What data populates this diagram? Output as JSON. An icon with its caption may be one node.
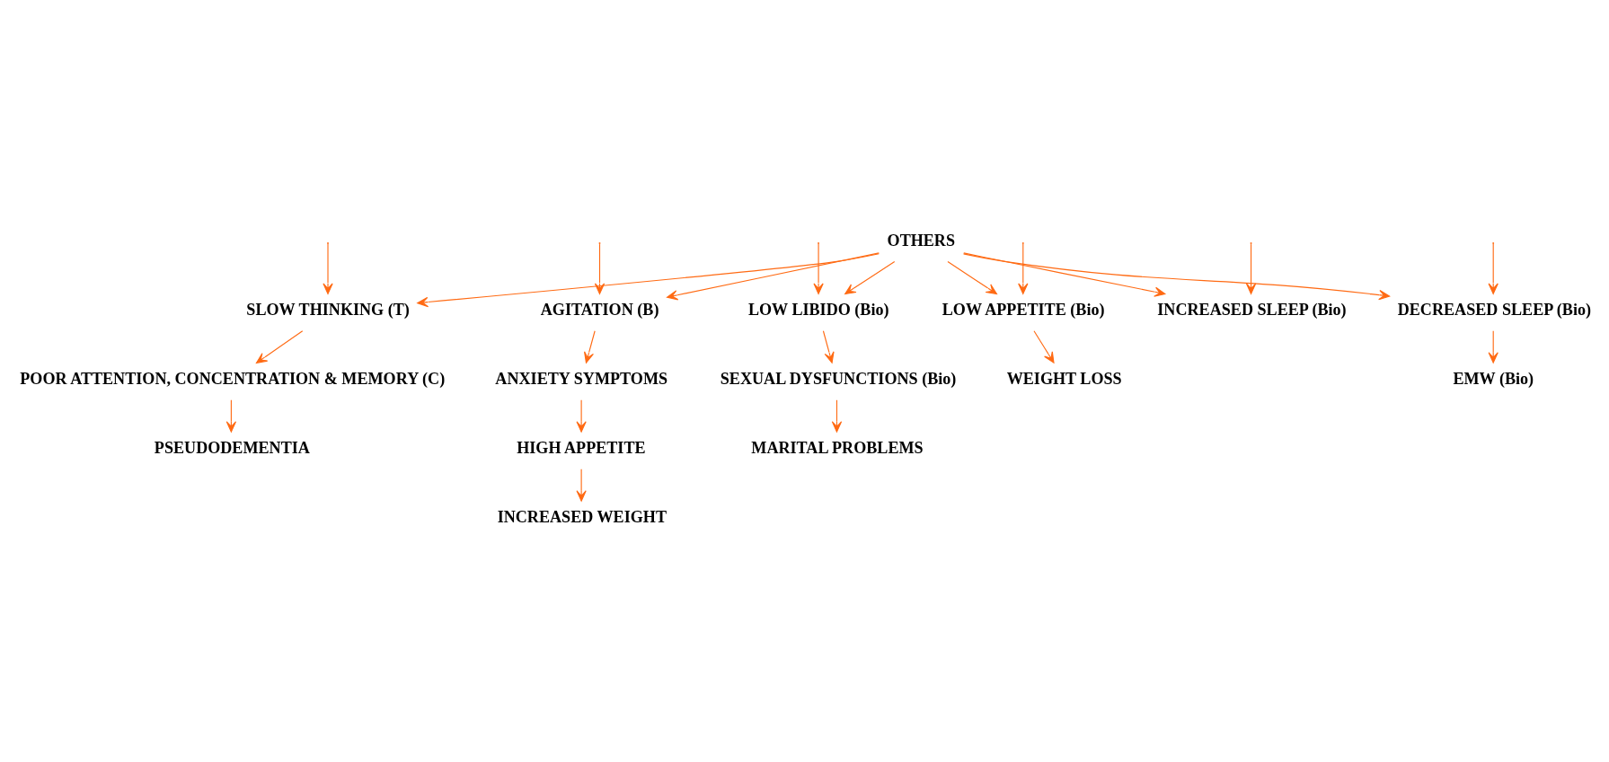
{
  "diagram": {
    "nodes": [
      {
        "text": [
          "OTHERS"
        ]
      },
      {
        "text": [
          "SLOW THINKING (T)"
        ]
      },
      {
        "text": [
          "POOR ATTENTION, CONCENTRATION & MEMORY (C)"
        ]
      },
      {
        "text": [
          "PSEUDODEMENTIA"
        ]
      },
      {
        "text": [
          "AGITATION (B)"
        ]
      },
      {
        "text": [
          "ANXIETY SYMPTOMS"
        ]
      },
      {
        "text": [
          "HIGH APPETITE"
        ]
      },
      {
        "text": [
          "INCREASED WEIGHT"
        ]
      },
      {
        "text": [
          "LOW LIBIDO (Bio)"
        ]
      },
      {
        "text": [
          "SEXUAL DYSFUNCTIONS (Bio)"
        ]
      },
      {
        "text": [
          "MARITAL PROBLEMS"
        ]
      },
      {
        "text": [
          "LOW APPETITE (Bio)"
        ]
      },
      {
        "text": [
          "WEIGHT LOSS"
        ]
      },
      {
        "text": [
          "INCREASED SLEEP (Bio)"
        ]
      },
      {
        "text": [
          "DECREASED SLEEP (Bio)"
        ]
      },
      {
        "text": [
          "EMW (Bio)"
        ]
      }
    ],
    "edges": [
      {
        "from": null,
        "to": 1,
        "arrow": "to"
      },
      {
        "from": null,
        "to": 4,
        "arrow": "to"
      },
      {
        "from": null,
        "to": 8,
        "arrow": "to"
      },
      {
        "from": null,
        "to": 11,
        "arrow": "to"
      },
      {
        "from": null,
        "to": 13,
        "arrow": "to"
      },
      {
        "from": null,
        "to": 14,
        "arrow": "to"
      },
      {
        "from": 0,
        "to": 1,
        "arrow": "to"
      },
      {
        "from": 0,
        "to": 4,
        "arrow": "to"
      },
      {
        "from": 0,
        "to": 8,
        "arrow": "to"
      },
      {
        "from": 0,
        "to": 11,
        "arrow": "to"
      },
      {
        "from": 0,
        "to": 13,
        "arrow": "to"
      },
      {
        "from": 0,
        "to": 14,
        "arrow": "to"
      },
      {
        "from": 1,
        "to": 2,
        "arrow": "to"
      },
      {
        "from": 2,
        "to": 3,
        "arrow": "to"
      },
      {
        "from": 4,
        "to": 5,
        "arrow": "to"
      },
      {
        "from": 5,
        "to": 6,
        "arrow": "to"
      },
      {
        "from": 6,
        "to": 7,
        "arrow": "to"
      },
      {
        "from": 8,
        "to": 9,
        "arrow": "to"
      },
      {
        "from": 9,
        "to": 10,
        "arrow": "to"
      },
      {
        "from": 11,
        "to": 12,
        "arrow": "to"
      },
      {
        "from": 14,
        "to": 15,
        "arrow": "to"
      }
    ]
  }
}
